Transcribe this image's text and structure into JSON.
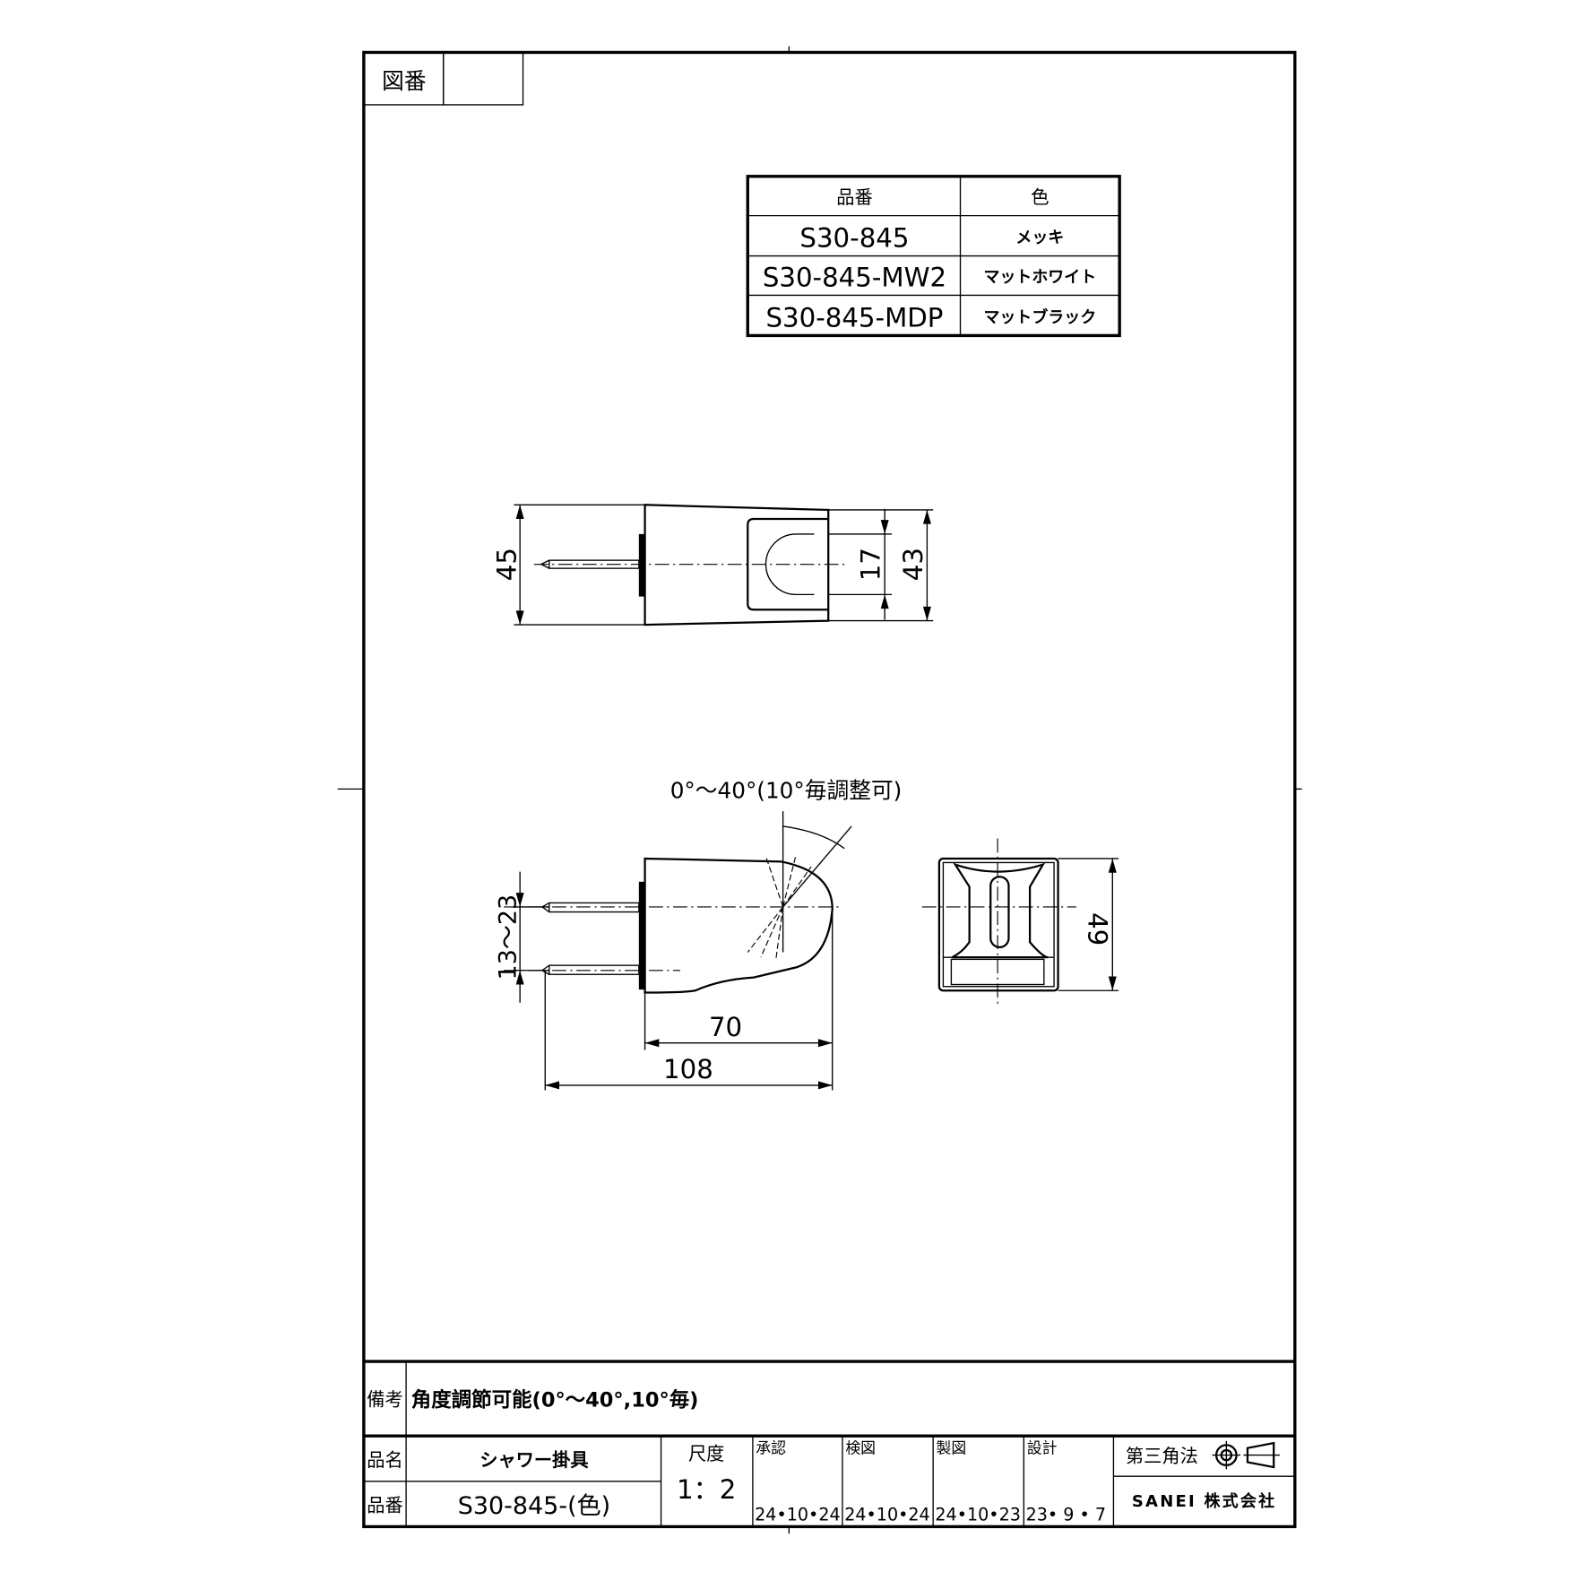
{
  "frame": {
    "drawing_number_label": "図番",
    "drawing_number": ""
  },
  "variants_table": {
    "headers": [
      "品番",
      "色"
    ],
    "rows": [
      {
        "part_no": "S30-845",
        "color": "メッキ"
      },
      {
        "part_no": "S30-845-MW2",
        "color": "マットホワイト"
      },
      {
        "part_no": "S30-845-MDP",
        "color": "マットブラック"
      }
    ]
  },
  "dimensions": {
    "top_view": {
      "overall_height": "45",
      "slot": "17",
      "body_height": "43"
    },
    "side_view": {
      "angle_note": "0°～40°(10°毎調整可)",
      "screw_pitch": "13～23",
      "body_length": "70",
      "overall_length": "108"
    },
    "front_view": {
      "height": "49"
    }
  },
  "title_block": {
    "remarks_label": "備考",
    "remarks": "角度調節可能(0°～40°,10°毎)",
    "name_label": "品名",
    "name": "シャワー掛具",
    "part_label": "品番",
    "part_no": "S30-845-(色)",
    "scale_label": "尺度",
    "scale": "1：2",
    "approved_label": "承認",
    "approved_date": "24•10•24",
    "checked_label": "検図",
    "checked_date": "24•10•24",
    "drawn_label": "製図",
    "drawn_date": "24•10•23",
    "designed_label": "設計",
    "designed_date": "23• 9 • 7",
    "projection_label": "第三角法",
    "company": "SANEI 株式会社"
  }
}
